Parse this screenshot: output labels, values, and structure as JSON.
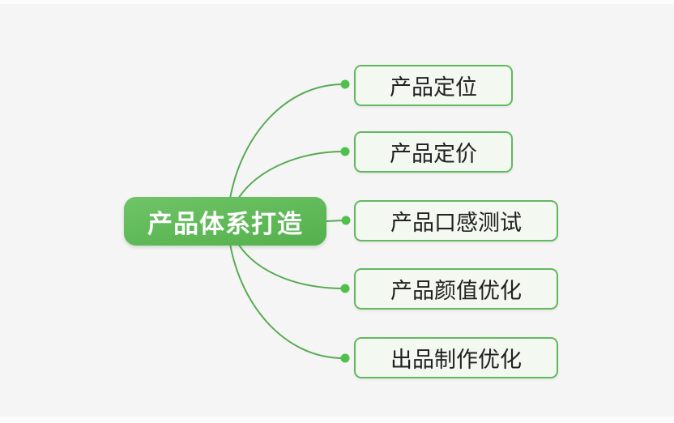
{
  "mindmap": {
    "root": {
      "label": "产品体系打造"
    },
    "children": [
      {
        "label": "产品定位"
      },
      {
        "label": "产品定价"
      },
      {
        "label": "产品口感测试"
      },
      {
        "label": "产品颜值优化"
      },
      {
        "label": "出品制作优化"
      }
    ]
  },
  "theme": {
    "canvas_bg": "#f6f5f5",
    "root_fill_start": "#6fc467",
    "root_fill_end": "#53b04b",
    "root_text": "#ffffff",
    "branch_stroke": "#55ab50",
    "dot_fill": "#4fc04b",
    "child_border": "#61b95e",
    "child_fill": "#f3f8f1",
    "child_text": "#212121"
  }
}
